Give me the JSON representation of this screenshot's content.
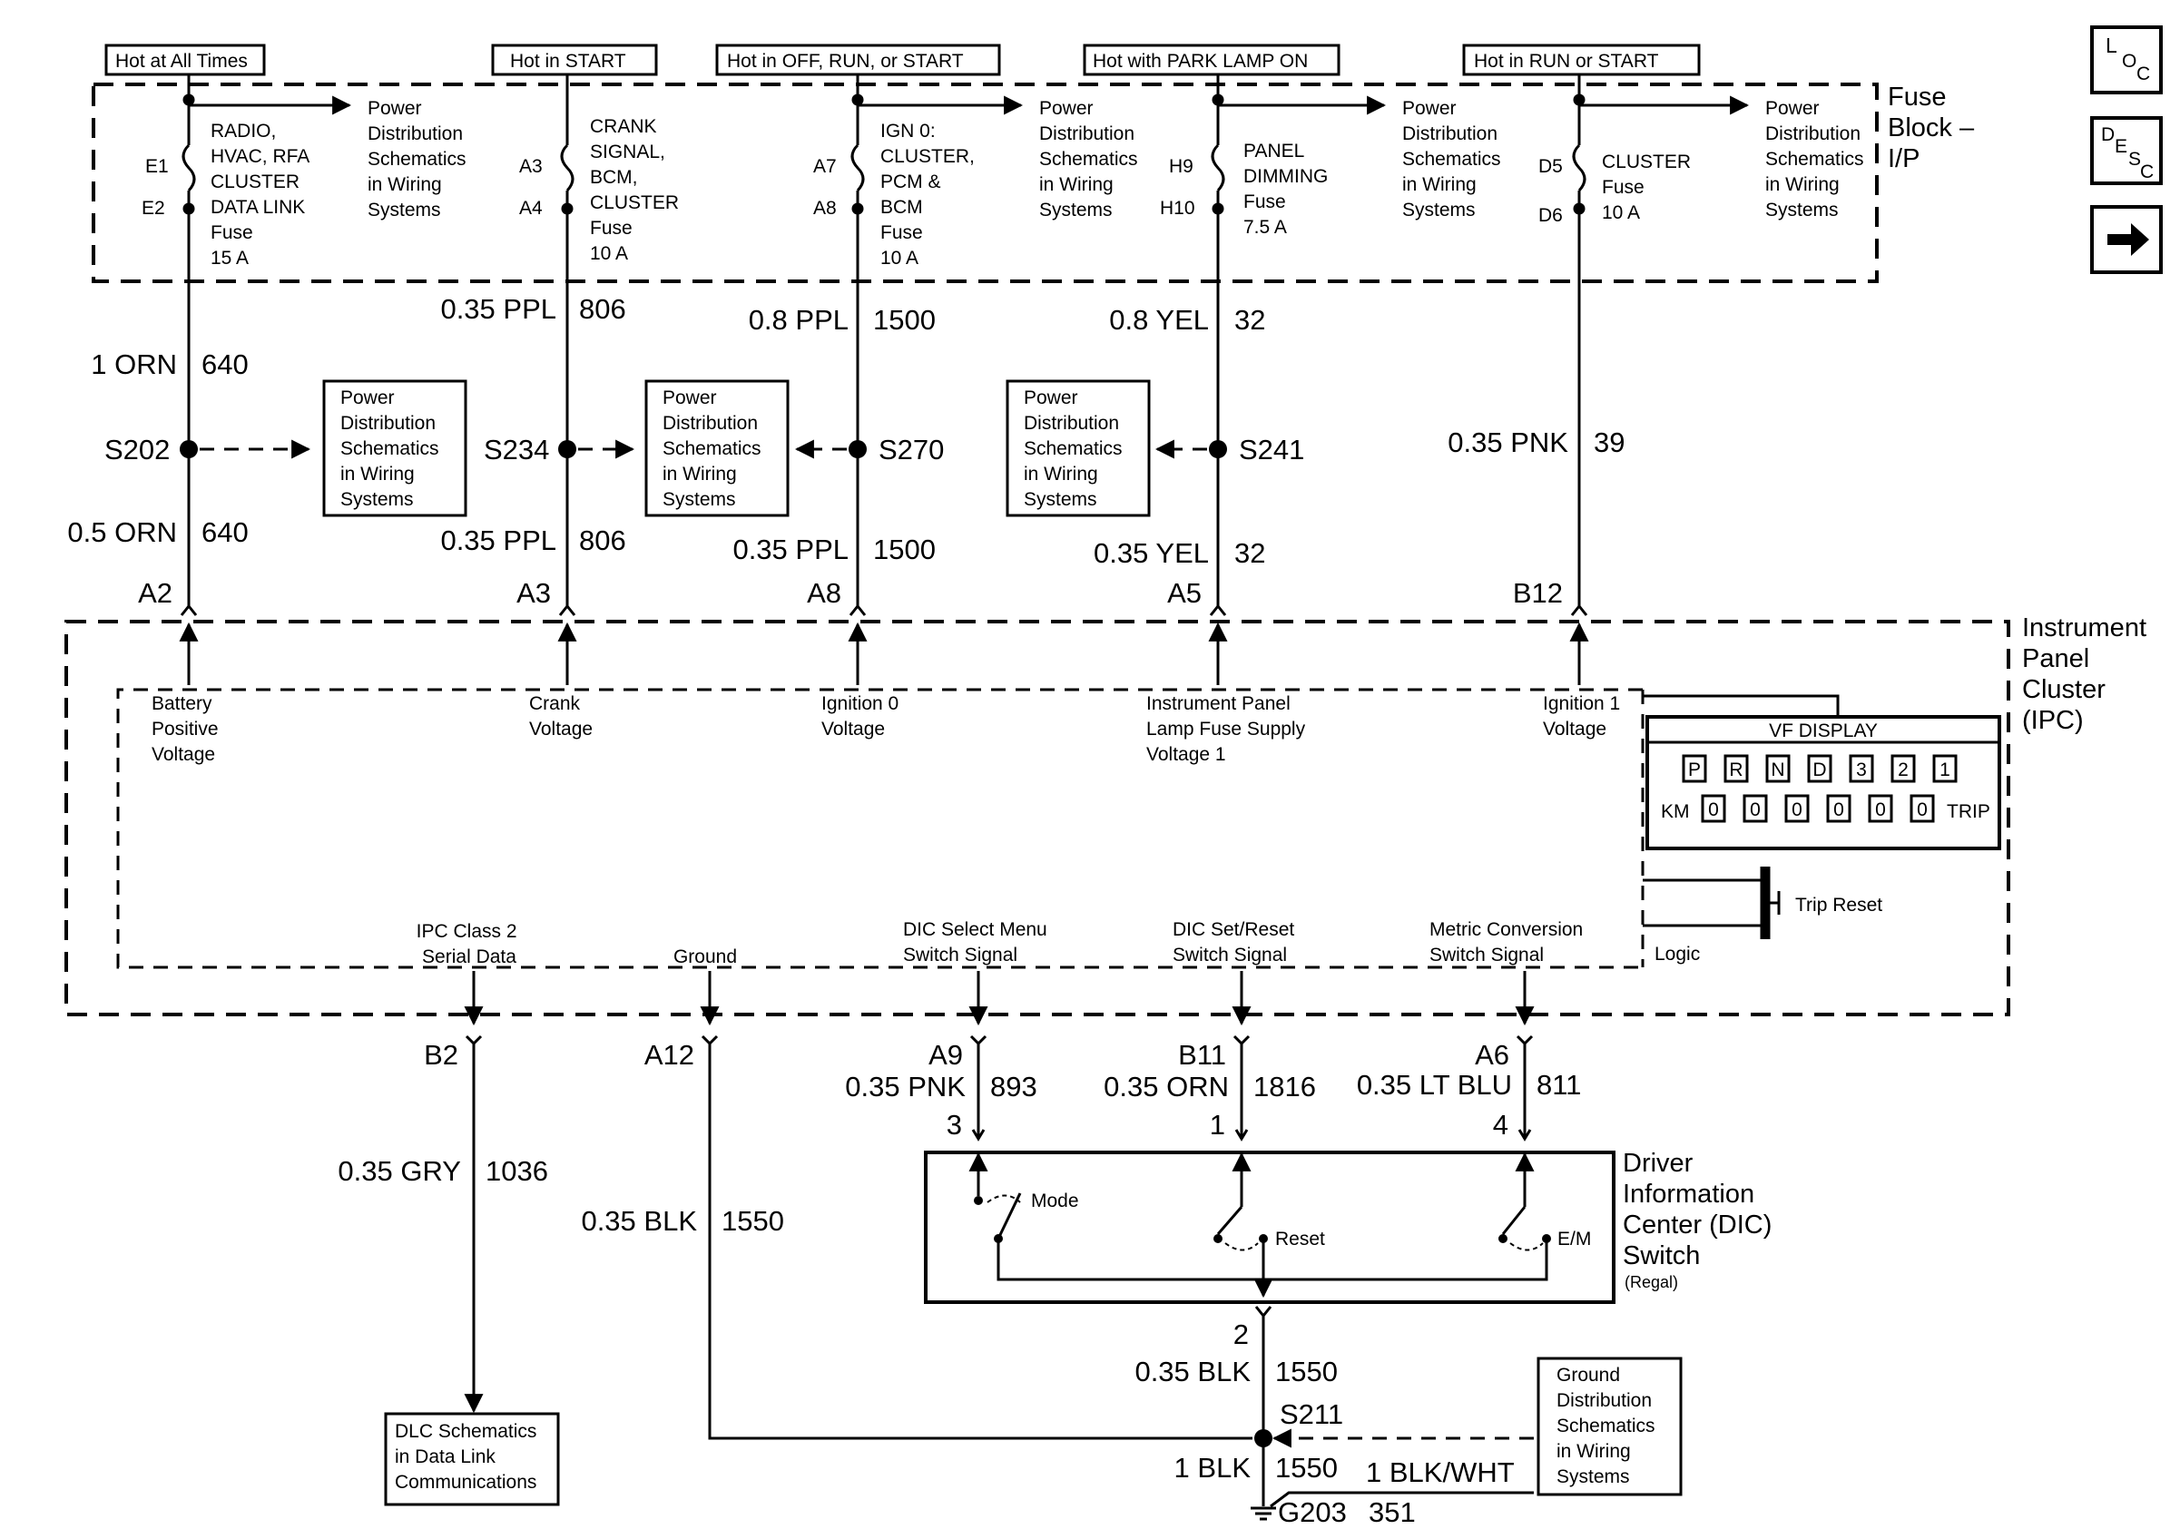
{
  "source_labels": [
    "Hot at All Times",
    "Hot in START",
    "Hot in OFF, RUN, or START",
    "Hot with PARK LAMP ON",
    "Hot in RUN or START"
  ],
  "fuse_block_title": [
    "Fuse",
    "Block –",
    "I/P"
  ],
  "fuses": [
    {
      "pins": [
        "E1",
        "E2"
      ],
      "lines": [
        "RADIO,",
        "HVAC, RFA",
        "CLUSTER",
        "DATA LINK",
        "Fuse",
        "15 A"
      ]
    },
    {
      "pins": [
        "A3",
        "A4"
      ],
      "lines": [
        "CRANK",
        "SIGNAL,",
        "BCM,",
        "CLUSTER",
        "Fuse",
        "10 A"
      ]
    },
    {
      "pins": [
        "A7",
        "A8"
      ],
      "lines": [
        "IGN 0:",
        "CLUSTER,",
        "PCM &",
        "BCM",
        "Fuse",
        "10 A"
      ]
    },
    {
      "pins": [
        "H9",
        "H10"
      ],
      "lines": [
        "PANEL",
        "DIMMING",
        "Fuse",
        "7.5 A"
      ]
    },
    {
      "pins": [
        "D5",
        "D6"
      ],
      "lines": [
        "CLUSTER",
        "Fuse",
        "10 A"
      ]
    }
  ],
  "pd_ref_lines": [
    "Power",
    "Distribution",
    "Schematics",
    "in Wiring",
    "Systems"
  ],
  "upper_wires": [
    {
      "gauge": "1 ORN",
      "circuit": "640"
    },
    {
      "gauge": "0.35 PPL",
      "circuit": "806"
    },
    {
      "gauge": "0.8 PPL",
      "circuit": "1500"
    },
    {
      "gauge": "0.8 YEL",
      "circuit": "32"
    },
    {
      "gauge": "0.35 PNK",
      "circuit": "39"
    }
  ],
  "splices": [
    "S202",
    "S234",
    "S270",
    "S241"
  ],
  "lower_wires": [
    {
      "gauge": "0.5 ORN",
      "circuit": "640"
    },
    {
      "gauge": "0.35 PPL",
      "circuit": "806"
    },
    {
      "gauge": "0.35 PPL",
      "circuit": "1500"
    },
    {
      "gauge": "0.35 YEL",
      "circuit": "32"
    }
  ],
  "ipc_top_pins": [
    "A2",
    "A3",
    "A8",
    "A5",
    "B12"
  ],
  "ipc_title": [
    "Instrument",
    "Panel",
    "Cluster",
    "(IPC)"
  ],
  "ipc_inputs": [
    [
      "Battery",
      "Positive",
      "Voltage"
    ],
    [
      "Crank",
      "Voltage"
    ],
    [
      "Ignition 0",
      "Voltage"
    ],
    [
      "Instrument Panel",
      "Lamp Fuse Supply",
      "Voltage 1"
    ],
    [
      "Ignition 1",
      "Voltage"
    ]
  ],
  "vf_display": {
    "title": "VF DISPLAY",
    "gears": [
      "P",
      "R",
      "N",
      "D",
      "3",
      "2",
      "1"
    ],
    "km_label": "KM",
    "digits": [
      "0",
      "0",
      "0",
      "0",
      "0",
      "0"
    ],
    "trip_label": "TRIP"
  },
  "trip_reset": "Trip Reset",
  "logic": "Logic",
  "ipc_outputs": [
    [
      "IPC Class 2",
      "Serial Data"
    ],
    [
      "Ground"
    ],
    [
      "DIC Select Menu",
      "Switch Signal"
    ],
    [
      "DIC Set/Reset",
      "Switch Signal"
    ],
    [
      "Metric Conversion",
      "Switch Signal"
    ]
  ],
  "ipc_bottom_pins": [
    "B2",
    "A12",
    "A9",
    "B11",
    "A6"
  ],
  "bottom_wires": [
    {
      "gauge": "0.35 GRY",
      "circuit": "1036"
    },
    {
      "gauge": "0.35 BLK",
      "circuit": "1550"
    },
    {
      "gauge": "0.35 PNK",
      "circuit": "893"
    },
    {
      "gauge": "0.35 ORN",
      "circuit": "1816"
    },
    {
      "gauge": "0.35 LT BLU",
      "circuit": "811"
    }
  ],
  "dic_pins": [
    "3",
    "1",
    "4",
    "2"
  ],
  "dic_switches": [
    "Mode",
    "Reset",
    "E/M"
  ],
  "dic_title": [
    "Driver",
    "Information",
    "Center (DIC)",
    "Switch"
  ],
  "dic_sub": "(Regal)",
  "dlc_ref": [
    "DLC Schematics",
    "in Data Link",
    "Communications"
  ],
  "ground_wire_top": {
    "gauge": "0.35 BLK",
    "circuit": "1550"
  },
  "splice_s211": "S211",
  "ground_wire_bottom": {
    "gauge": "1 BLK",
    "circuit": "1550"
  },
  "ground_wire_side": {
    "gauge": "1 BLK/WHT",
    "circuit": "351"
  },
  "ground_point": "G203",
  "gd_ref": [
    "Ground",
    "Distribution",
    "Schematics",
    "in Wiring",
    "Systems"
  ],
  "nav": {
    "loc": [
      "L",
      "O",
      "C"
    ],
    "desc": [
      "D",
      "E",
      "S",
      "C"
    ],
    "next_icon": "arrow-right-icon"
  }
}
